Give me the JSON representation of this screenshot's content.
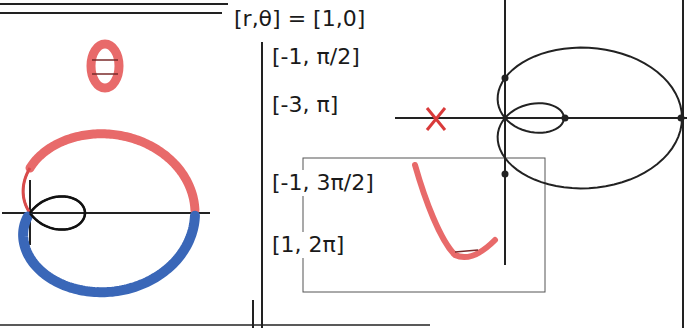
{
  "diagram": {
    "labels": [
      "[r,θ] = [1,0]",
      "[-1, π/2]",
      "[-3, π]",
      "[-1, 3π/2]",
      "[1, 2π]"
    ]
  }
}
